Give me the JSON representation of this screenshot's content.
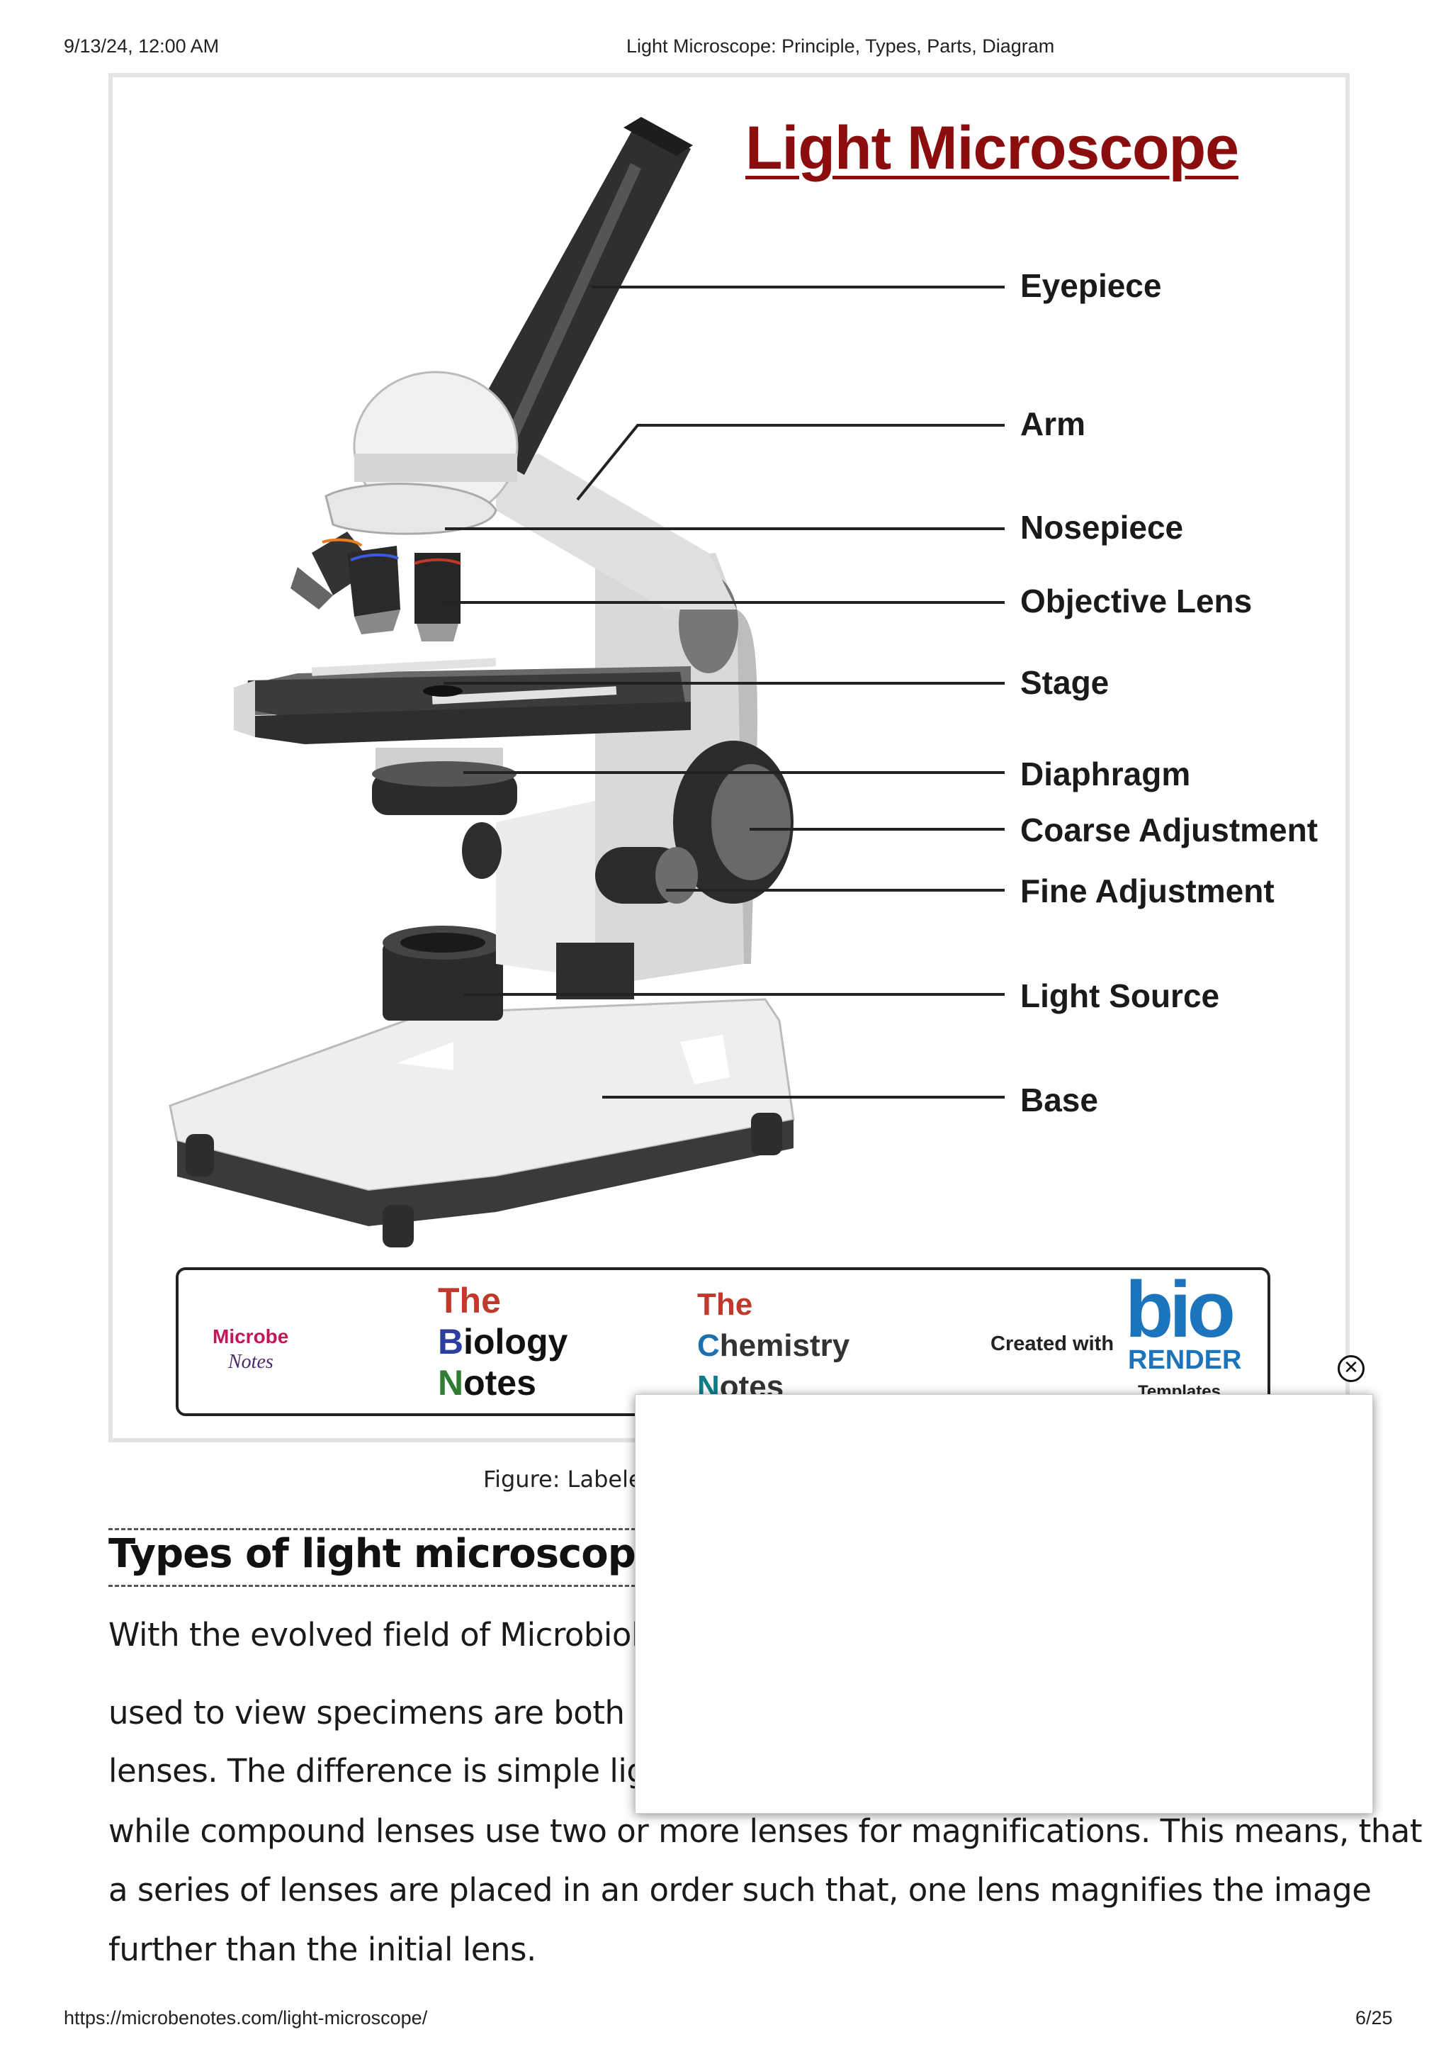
{
  "print_header": {
    "datetime": "9/13/24, 12:00 AM",
    "doc_title": "Light Microscope: Principle, Types, Parts, Diagram"
  },
  "figure": {
    "title": "Light Microscope",
    "labels": {
      "eyepiece": "Eyepiece",
      "arm": "Arm",
      "nosepiece": "Nosepiece",
      "objective": "Objective Lens",
      "stage": "Stage",
      "diaphragm": "Diaphragm",
      "coarse": "Coarse Adjustment",
      "fine": "Fine Adjustment",
      "light_source": "Light Source",
      "base": "Base"
    },
    "credits": {
      "microbe_line1": "Microbe",
      "microbe_line2": "Notes",
      "biology_l1_initial": "T",
      "biology_l1_rest": "he",
      "biology_l2_initial": "B",
      "biology_l2_rest": "iology",
      "biology_l3_initial": "N",
      "biology_l3_rest": "otes",
      "chem_l1_initial": "T",
      "chem_l1_rest": "he",
      "chem_l2_initial": "C",
      "chem_l2_rest": "hemistry",
      "chem_l3_initial": "N",
      "chem_l3_rest": "otes",
      "created_with": "Created with",
      "biorender_logo": "bio",
      "biorender_sub": "RENDER",
      "biorender_templates": "Templates"
    }
  },
  "caption": "Figure: Labeled",
  "section": {
    "heading": "Types of light microscopes (",
    "lines": [
      "With the evolved field of Microbiolog",
      "used to view specimens are both sim",
      "lenses. The difference is simple light",
      "while compound lenses use two or more lenses for magnifications. This means,  that",
      "a series of lenses are placed in an order such that, one lens magnifies the image",
      "further than the initial lens."
    ]
  },
  "ad": {
    "close_icon": "close-circle-icon",
    "close_glyph": "✕"
  },
  "print_footer": {
    "url": "https://microbenotes.com/light-microscope/",
    "page": "6/25"
  }
}
